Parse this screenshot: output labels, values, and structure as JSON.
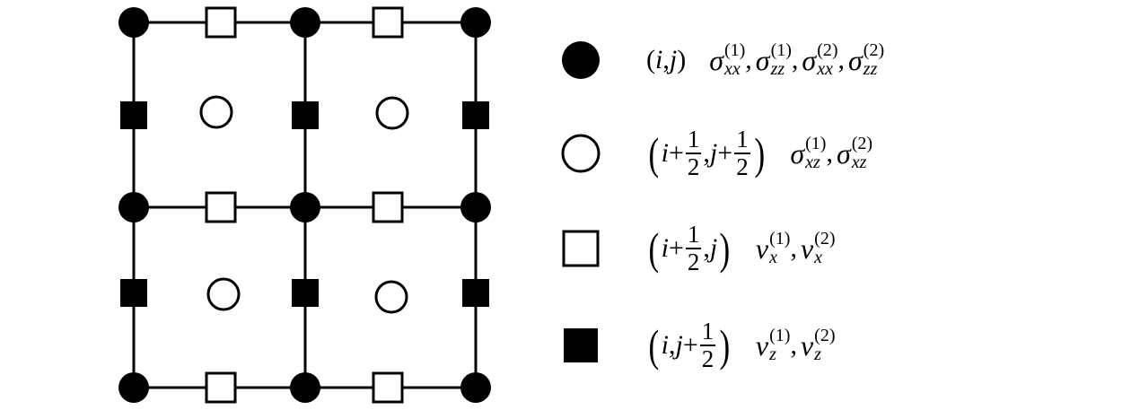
{
  "diagram": {
    "title": "Staggered grid",
    "grid": {
      "columns": 3,
      "rows": 3
    },
    "legend": [
      {
        "marker": "filled-circle",
        "coord": [
          {
            "t": "i"
          },
          {
            "p": ", "
          },
          {
            "t": "j"
          }
        ],
        "vars": [
          {
            "base": "σ",
            "sub": "xx",
            "sup": "(1)"
          },
          {
            "base": "σ",
            "sub": "zz",
            "sup": "(1)"
          },
          {
            "base": "σ",
            "sub": "xx",
            "sup": "(2)"
          },
          {
            "base": "σ",
            "sub": "zz",
            "sup": "(2)"
          }
        ]
      },
      {
        "marker": "open-circle",
        "coord": [
          {
            "t": "i"
          },
          {
            "p": "+"
          },
          {
            "num": "1",
            "den": "2"
          },
          {
            "p": ", "
          },
          {
            "t": "j"
          },
          {
            "p": "+"
          },
          {
            "num": "1",
            "den": "2"
          }
        ],
        "vars": [
          {
            "base": "σ",
            "sub": "xz",
            "sup": "(1)"
          },
          {
            "base": "σ",
            "sub": "xz",
            "sup": "(2)"
          }
        ]
      },
      {
        "marker": "open-square",
        "coord": [
          {
            "t": "i"
          },
          {
            "p": "+"
          },
          {
            "num": "1",
            "den": "2"
          },
          {
            "p": ", "
          },
          {
            "t": "j"
          }
        ],
        "vars": [
          {
            "base": "v",
            "sub": "x",
            "sup": "(1)"
          },
          {
            "base": "v",
            "sub": "x",
            "sup": "(2)"
          }
        ]
      },
      {
        "marker": "filled-square",
        "coord": [
          {
            "t": "i"
          },
          {
            "p": ", "
          },
          {
            "t": "j"
          },
          {
            "p": "+"
          },
          {
            "num": "1",
            "den": "2"
          }
        ],
        "vars": [
          {
            "base": "v",
            "sub": "z",
            "sup": "(1)"
          },
          {
            "base": "v",
            "sub": "z",
            "sup": "(2)"
          }
        ]
      }
    ],
    "paren_open": "(",
    "paren_close": ")",
    "separator": ","
  }
}
